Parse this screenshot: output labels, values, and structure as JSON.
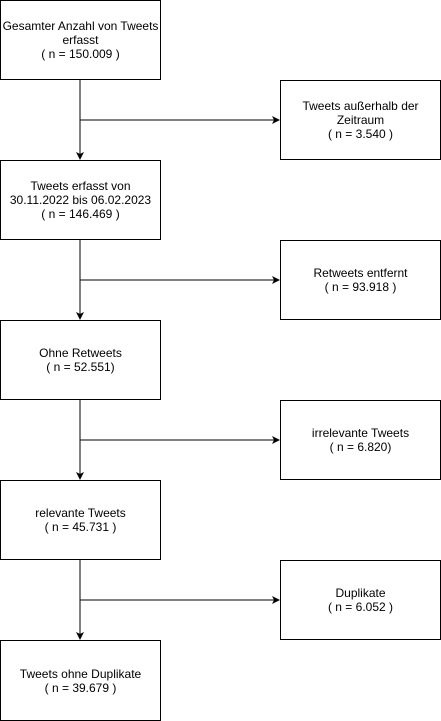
{
  "main_flow": [
    {
      "lines": [
        "Gesamter Anzahl von Tweets",
        "erfasst",
        "( n = 150.009 )"
      ]
    },
    {
      "lines": [
        "Tweets erfasst von",
        "30.11.2022 bis 06.02.2023",
        "( n = 146.469 )"
      ]
    },
    {
      "lines": [
        "Ohne Retweets",
        "( n = 52.551)"
      ]
    },
    {
      "lines": [
        "relevante Tweets",
        "( n = 45.731 )"
      ]
    },
    {
      "lines": [
        "Tweets ohne Duplikate",
        "( n = 39.679 )"
      ]
    }
  ],
  "exclusions": [
    {
      "lines": [
        "Tweets außerhalb der",
        "Zeitraum",
        "( n = 3.540 )"
      ]
    },
    {
      "lines": [
        "Retweets entfernt",
        "( n = 93.918 )"
      ]
    },
    {
      "lines": [
        "irrelevante Tweets",
        "( n = 6.820)"
      ]
    },
    {
      "lines": [
        "Duplikate",
        "( n = 6.052 )"
      ]
    }
  ]
}
